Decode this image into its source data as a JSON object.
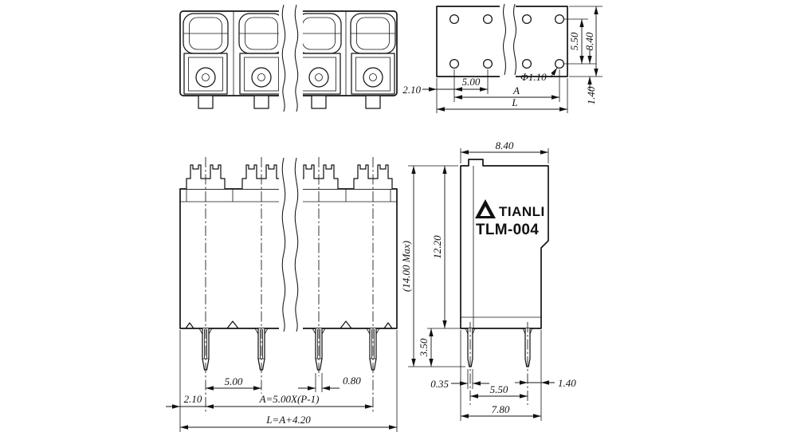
{
  "brand": {
    "name": "TIANLI",
    "model": "TLM-004"
  },
  "footprint_view": {
    "dims": {
      "edge_to_first_hole": "2.10",
      "hole_pitch": "5.00",
      "hole_span": "A",
      "hole_diameter": "Φ1.10",
      "row_spacing": "5.50",
      "overall_height": "8.40",
      "row_to_edge": "1.40",
      "overall_length": "L"
    }
  },
  "front_view": {
    "dims": {
      "pin_pitch": "5.00",
      "pin_width": "0.80",
      "edge_to_first_pin": "2.10",
      "pin_span_formula": "A=5.00X(P-1)",
      "overall_length_formula": "L=A+4.20"
    }
  },
  "side_view": {
    "dims": {
      "top_width": "8.40",
      "overall_height_max": "(14.00 Max)",
      "body_height": "12.20",
      "pin_length": "3.50",
      "pin_thickness": "0.35",
      "pin_row_spacing": "5.50",
      "pin_to_edge": "1.40",
      "bottom_depth": "7.80"
    }
  }
}
